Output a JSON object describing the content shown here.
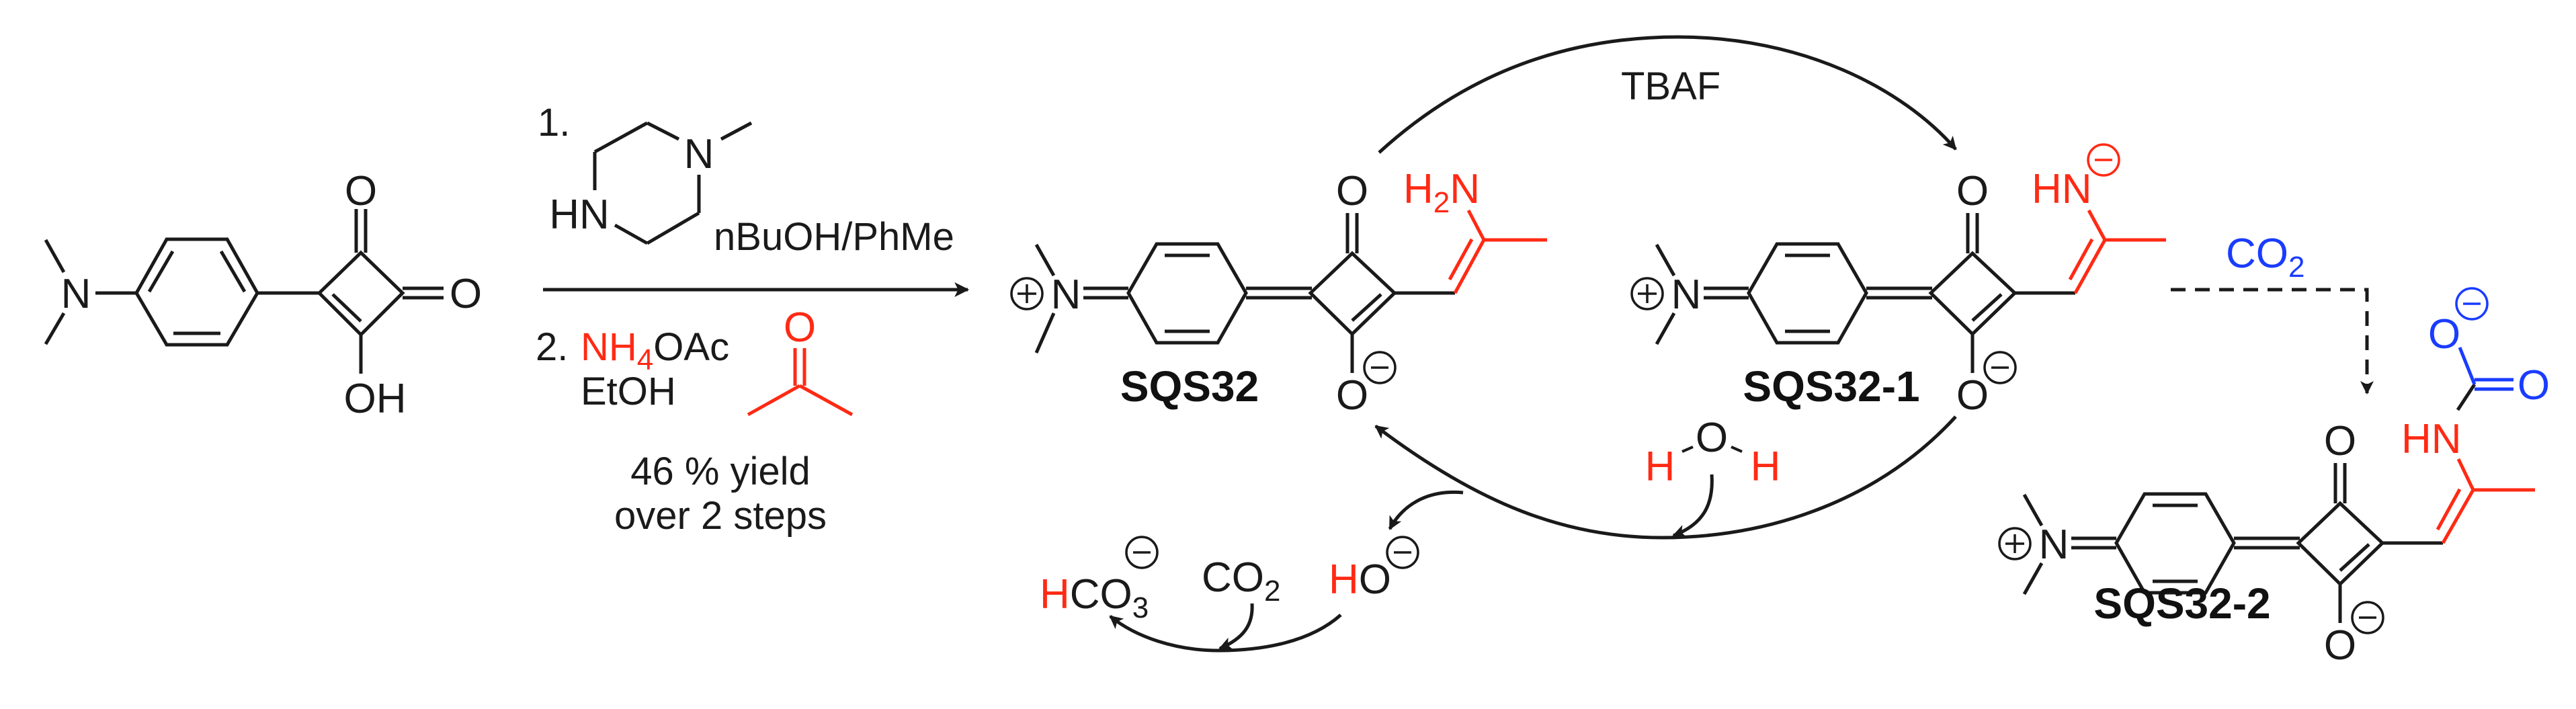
{
  "colors": {
    "black": "#1a1a1a",
    "red": "#ff2a14",
    "blue": "#1a3cff"
  },
  "starting_material": {
    "atoms": {
      "n": "N",
      "o_top": "O",
      "o_right": "O",
      "oh": "OH"
    }
  },
  "reaction_conditions": {
    "step1_number": "1.",
    "piperazine": {
      "hn": "HN",
      "n": "N"
    },
    "step1_solvent": "nBuOH/PhMe",
    "step2_number": "2.",
    "step2_reagent_colored": "NH",
    "step2_reagent_sub": "4",
    "step2_reagent_rest": "OAc",
    "step2_solvent": "EtOH",
    "acetone_o": "O",
    "yield_line1": "46 % yield",
    "yield_line2": "over 2 steps"
  },
  "compounds": [
    {
      "id": "SQS32",
      "label": "SQS32",
      "n": "N",
      "o_top": "O",
      "o_bottom": "O",
      "amine": "H",
      "amine_sub": "2",
      "amine_n": "N"
    },
    {
      "id": "SQS32-1",
      "label": "SQS32-1",
      "n": "N",
      "o_top": "O",
      "o_bottom": "O",
      "amide": "HN"
    },
    {
      "id": "SQS32-2",
      "label": "SQS32-2",
      "n": "N",
      "o_top": "O",
      "o_bottom": "O",
      "nh": "HN",
      "carbamate_o_minus": "O",
      "carbamate_o": "O"
    }
  ],
  "cycle": {
    "top_reagent": "TBAF",
    "water": {
      "h_left": "H",
      "o": "O",
      "h_right": "H"
    },
    "hydroxide": {
      "h": "H",
      "o": "O"
    },
    "co2_black": {
      "c": "CO",
      "sub": "2"
    },
    "bicarbonate": {
      "h": "H",
      "co": "CO",
      "sub": "3"
    }
  },
  "carboxylation": {
    "reagent": {
      "c": "CO",
      "sub": "2"
    }
  },
  "charges": {
    "plus": "+",
    "minus": "−"
  }
}
